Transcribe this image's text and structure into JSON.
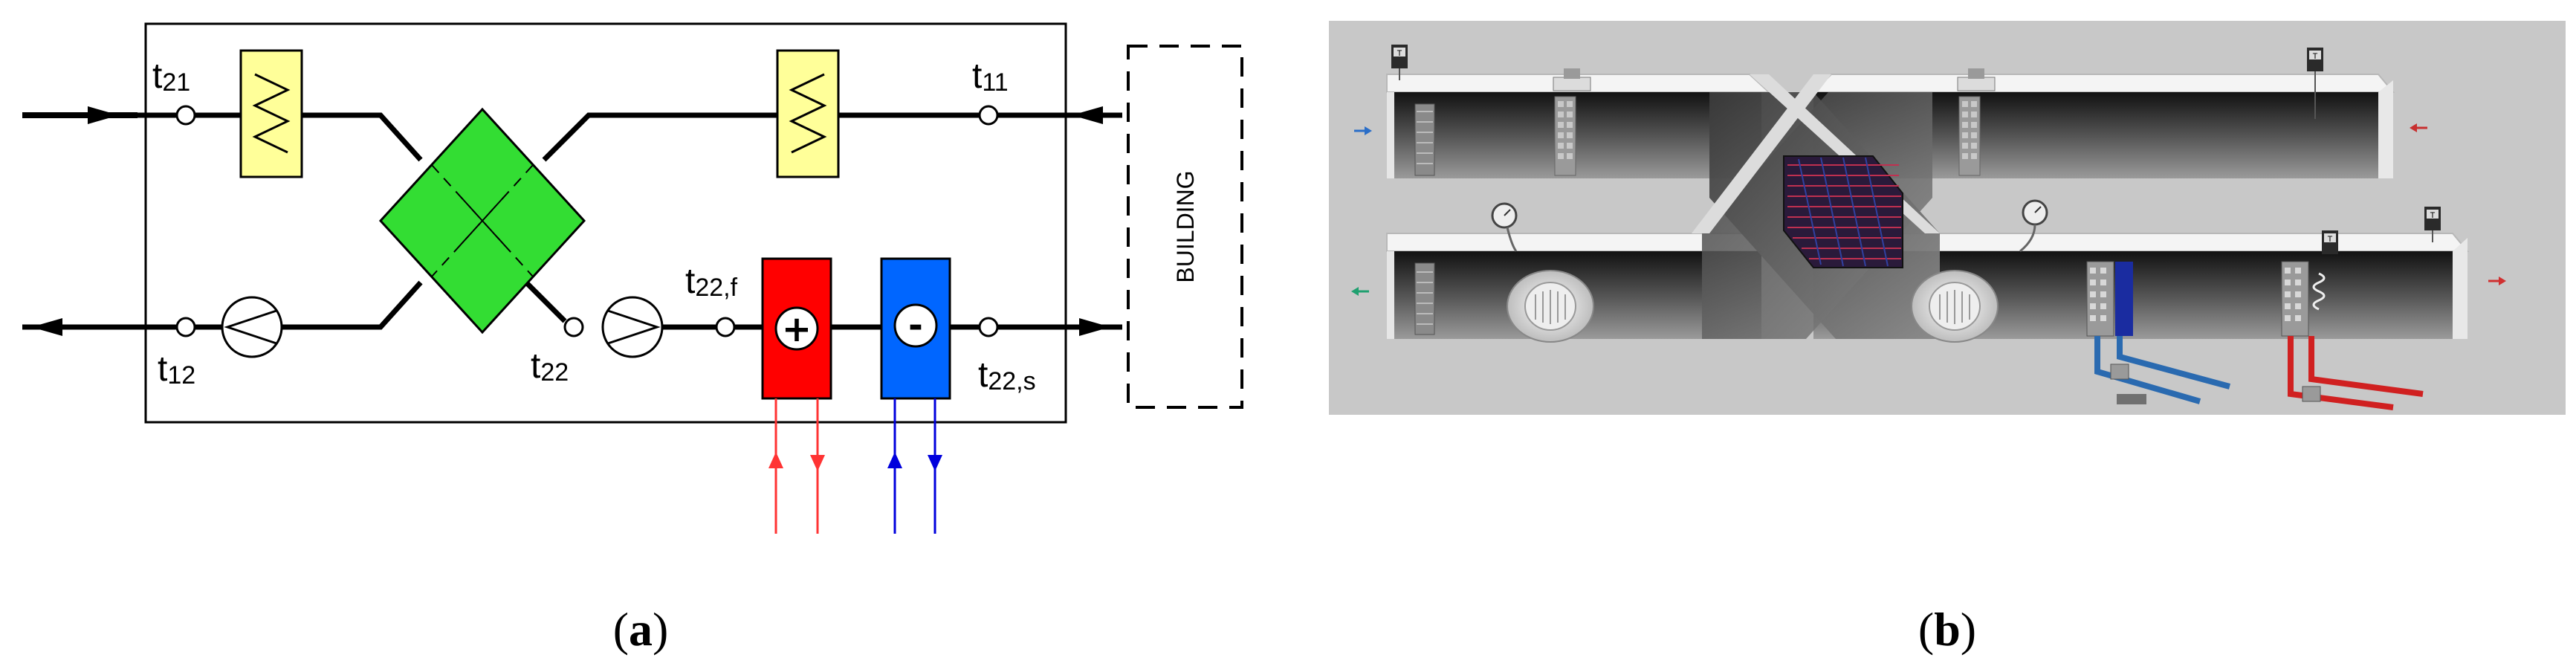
{
  "panel_a": {
    "caption": "(a)",
    "caption_letter": "a",
    "sensors": {
      "t21": {
        "main": "t",
        "sub": "21"
      },
      "t11": {
        "main": "t",
        "sub": "11"
      },
      "t12": {
        "main": "t",
        "sub": "12"
      },
      "t22": {
        "main": "t",
        "sub": "22"
      },
      "t22f": {
        "main": "t",
        "sub": "22,f"
      },
      "t22s": {
        "main": "t",
        "sub": "22,s"
      }
    },
    "building_label": "BUILDING",
    "heater_symbol": "+",
    "cooler_symbol": "-",
    "colors": {
      "filter": "#ffff99",
      "heat_exchanger": "#33dd33",
      "heater": "#ff0000",
      "cooler": "#0066ff",
      "supply_water": "#ff3333",
      "chilled_water": "#0000dd"
    }
  },
  "panel_b": {
    "caption": "(b)",
    "caption_letter": "b",
    "sensor_tag": "T",
    "colors": {
      "background": "#c8c8c8",
      "duct_light": "#f2f2f2",
      "duct_dark": "#2a2a2a",
      "arrow_outdoor": "#2a6ec8",
      "arrow_return": "#c83030",
      "arrow_exhaust": "#20a070",
      "arrow_supply": "#d03030",
      "pipe_cold": "#2a6ab0",
      "pipe_hot": "#d02020"
    }
  }
}
